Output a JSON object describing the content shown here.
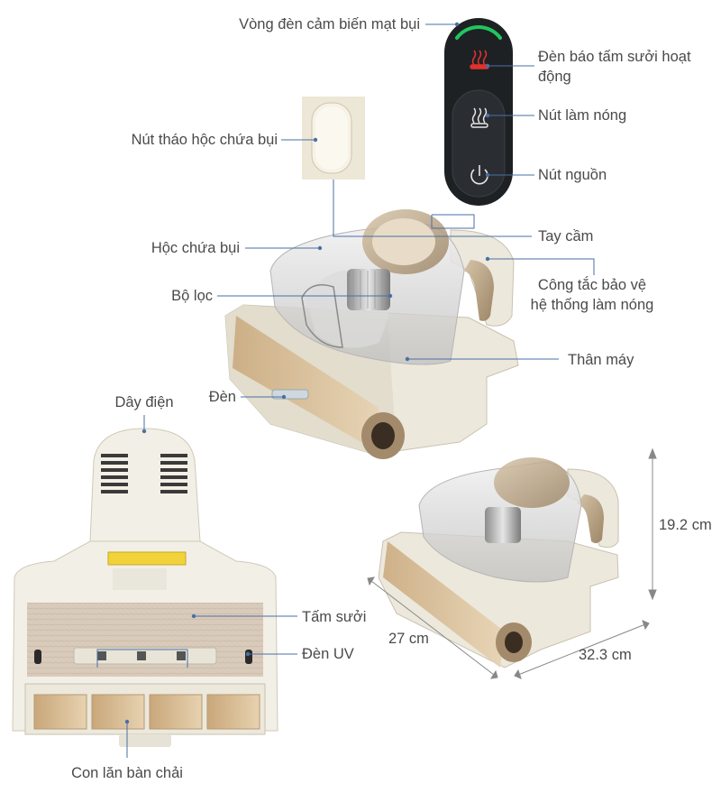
{
  "labels": {
    "dust_sensor_ring": "Vòng đèn cảm biến mạt bụi",
    "heater_indicator": "Đèn báo tấm sưởi hoạt động",
    "dust_box_release": "Nút tháo hộc chứa bụi",
    "heat_button": "Nút làm nóng",
    "power_button": "Nút nguồn",
    "handle": "Tay cầm",
    "dust_box": "Hộc chứa bụi",
    "heating_safety_switch": "Công tắc bảo vệ hệ thống làm nóng",
    "filter": "Bộ lọc",
    "body": "Thân máy",
    "light": "Đèn",
    "power_cord": "Dây điện",
    "heating_plate": "Tấm sưởi",
    "uv_light": "Đèn UV",
    "brush_roller": "Con lăn bàn chải"
  },
  "dimensions": {
    "height": "19.2 cm",
    "depth": "27 cm",
    "width": "32.3 cm"
  },
  "icons": [
    "heat-waves-icon",
    "power-icon"
  ],
  "colors": {
    "sensor_ring": "#22c55e",
    "heater_indicator": "#e0322b",
    "panel": "#1e2124",
    "body_cream": "#ece8dc",
    "accent_gold": "#bfa98c",
    "leader_line": "#4a6fa5"
  }
}
